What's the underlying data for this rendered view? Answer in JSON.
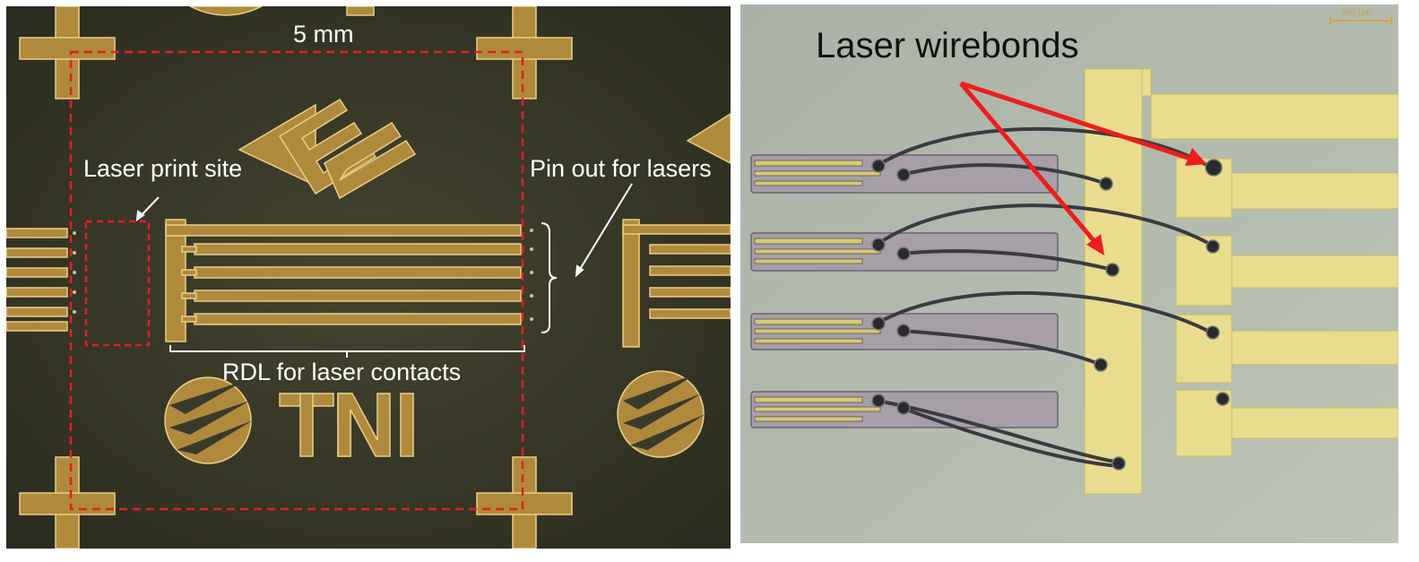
{
  "left_panel": {
    "scale_label": "5 mm",
    "laser_print_site": "Laser print site",
    "pin_out": "Pin out for lasers",
    "rdl": "RDL for laser contacts",
    "logo_text": "TNI"
  },
  "right_panel": {
    "title": "Laser wirebonds",
    "scale_bar": "200 µm"
  },
  "colors": {
    "left_bg": "#3a3a2c",
    "gold": "#b08a3c",
    "gold_edge": "#e8d08a",
    "dashed_red": "#e02020",
    "right_bg": "#b4bcae",
    "pad_gold": "#eadc8e",
    "arrow_red": "#ee1c1c",
    "wire": "#3a3a40"
  }
}
